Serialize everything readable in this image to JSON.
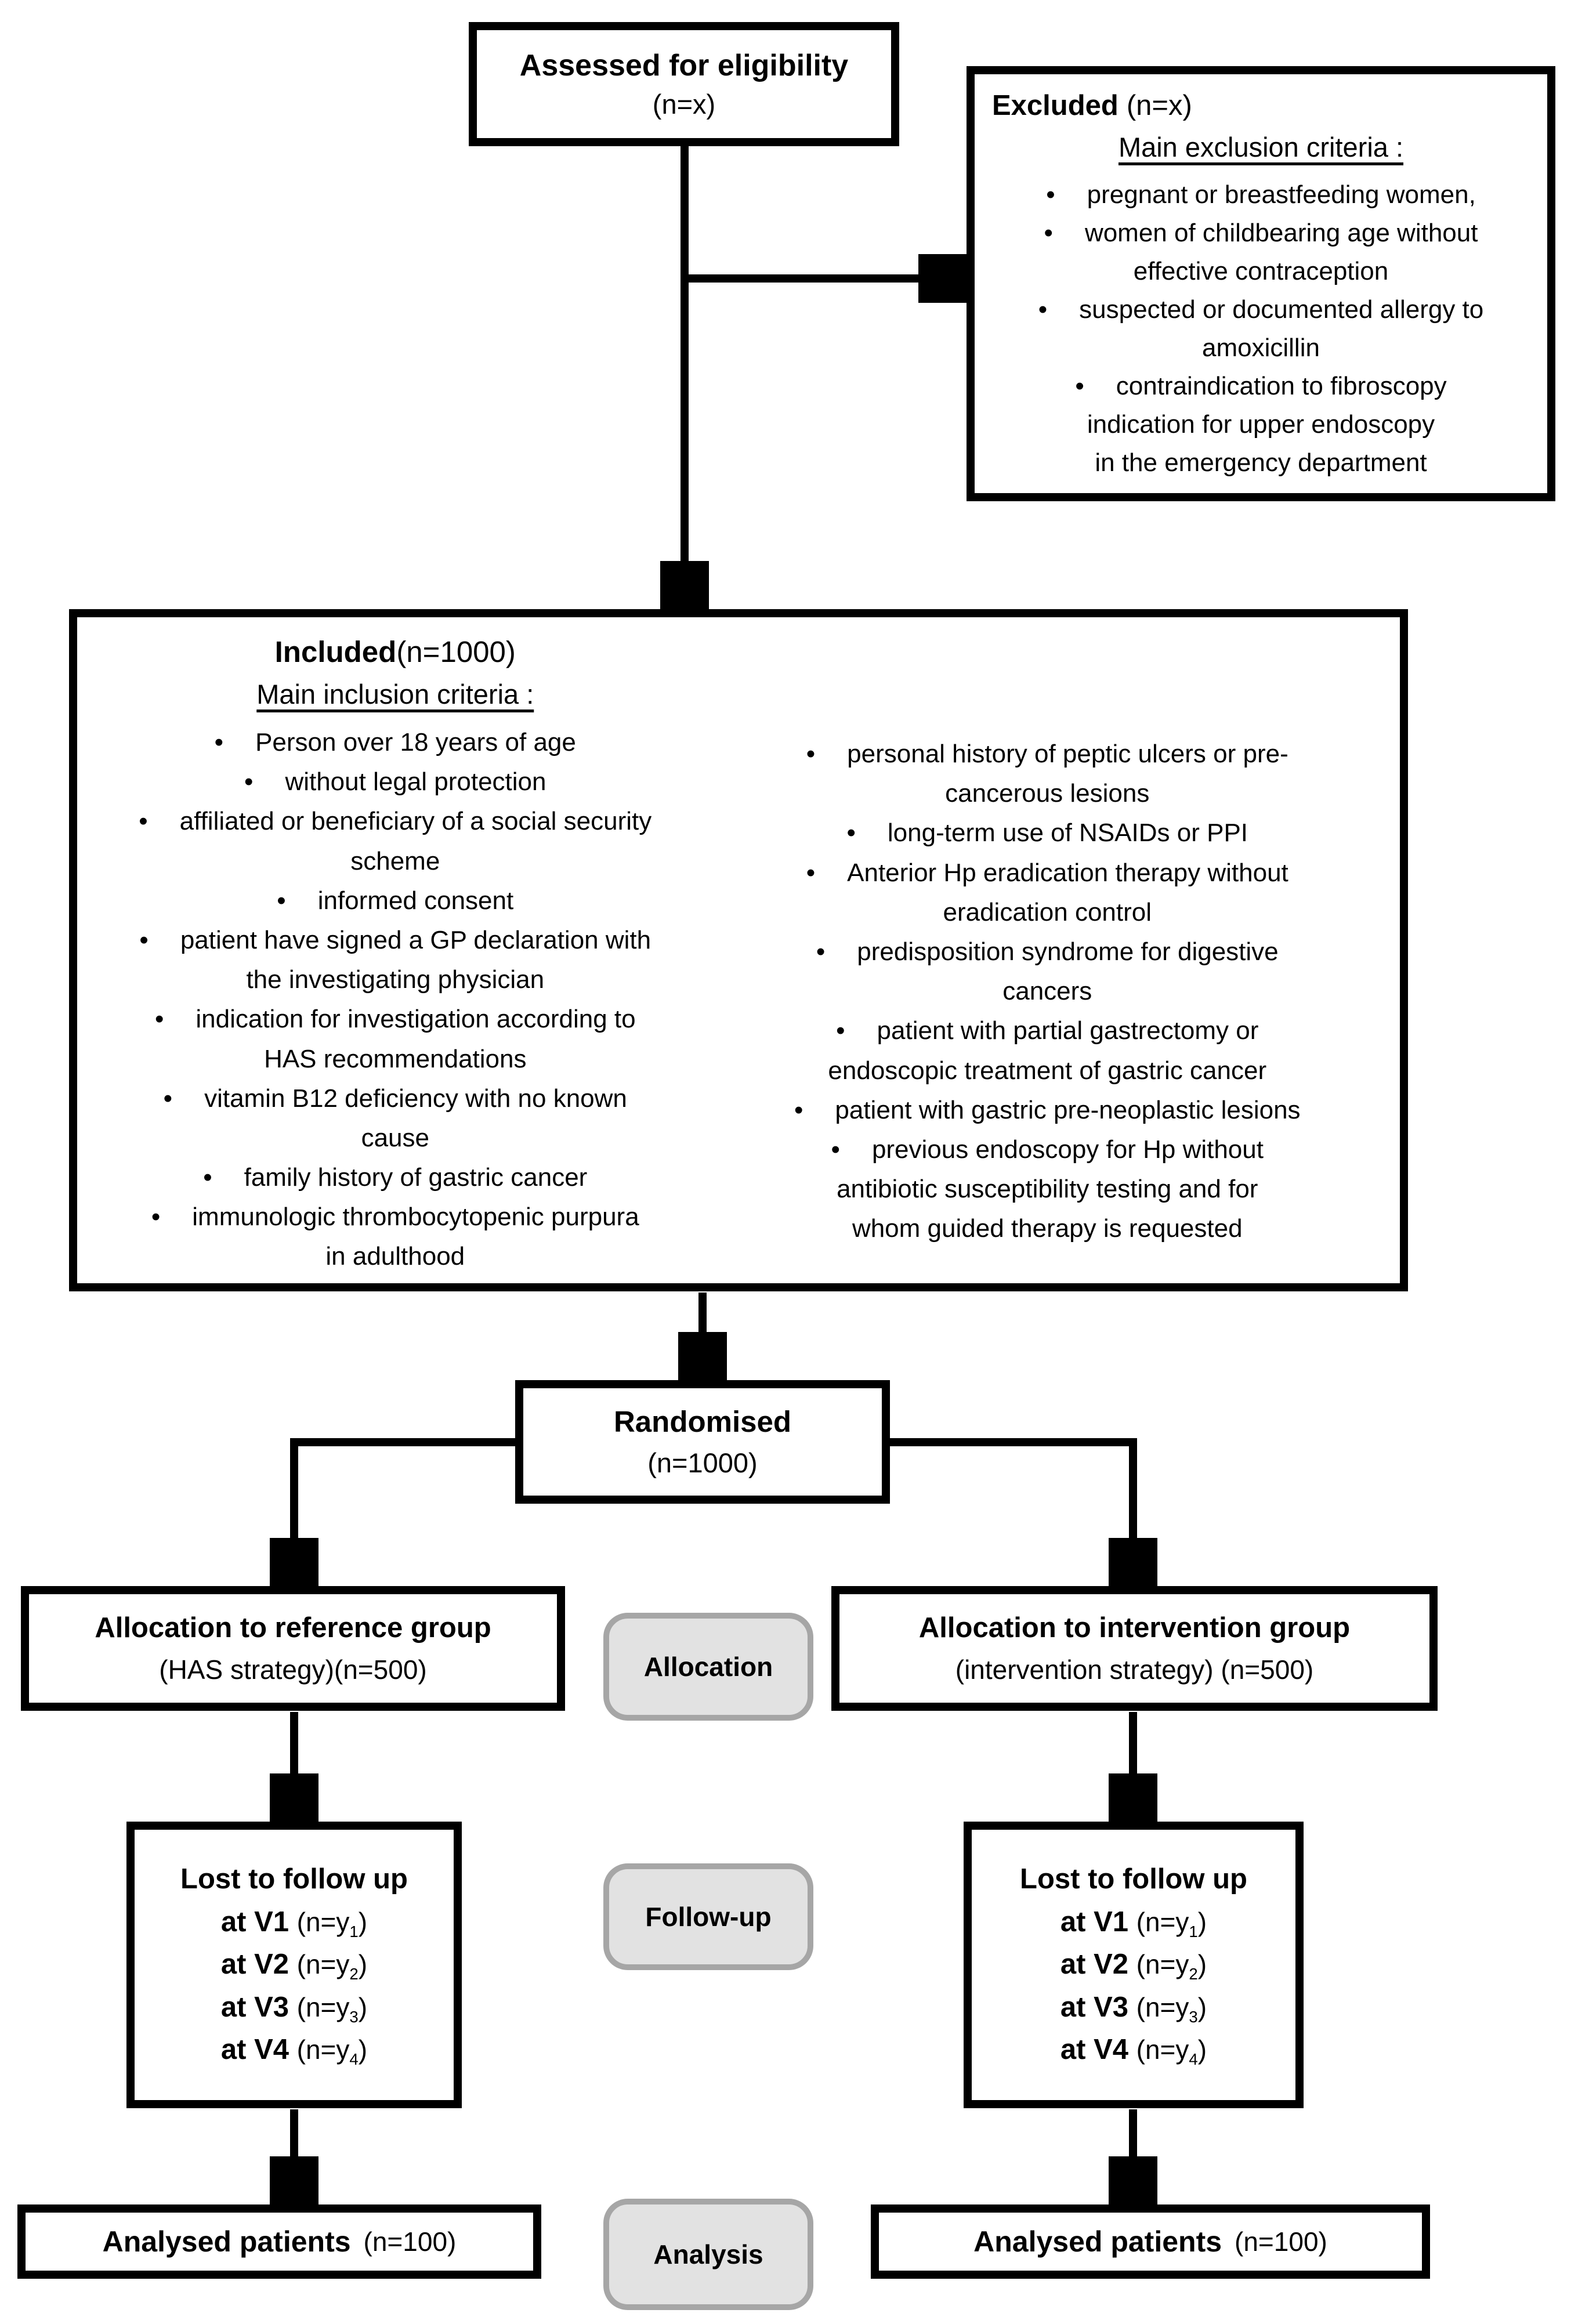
{
  "colors": {
    "line": "#000000",
    "box_border": "#000000",
    "text": "#000000",
    "background": "#ffffff",
    "stage_label_fill": "#e2e2e2",
    "stage_label_border": "#a6a6a6"
  },
  "bullet_glyph": "•",
  "boxes": {
    "assessed": {
      "title": "Assessed for eligibility",
      "n": "(n=x)"
    },
    "excluded": {
      "title": "Excluded",
      "n": "(n=x)",
      "subtitle": "Main exclusion criteria :",
      "bullets": [
        "pregnant or breastfeeding women,",
        "women of childbearing age without\neffective contraception",
        "suspected or documented allergy to\namoxicillin",
        "contraindication to fibroscopy\nindication for upper endoscopy\nin the emergency department"
      ]
    },
    "included": {
      "title": "Included",
      "n": "(n=1000)",
      "subtitle": "Main inclusion criteria :",
      "left_bullets": [
        "Person over 18 years of age",
        "without legal protection",
        "affiliated or beneficiary of a social security\nscheme",
        "informed consent",
        "patient have signed a GP declaration with\nthe investigating physician",
        "indication for investigation according to\nHAS recommendations",
        "vitamin B12 deficiency with no known\ncause",
        "family history of gastric cancer",
        "immunologic thrombocytopenic purpura\nin adulthood"
      ],
      "right_bullets": [
        "personal history of peptic ulcers or pre-\ncancerous lesions",
        "long-term use of NSAIDs or PPI",
        "Anterior Hp eradication therapy without\neradication control",
        "predisposition syndrome for digestive\ncancers",
        "patient with partial gastrectomy or\nendoscopic treatment of gastric cancer",
        "patient with gastric pre-neoplastic lesions",
        "previous endoscopy for Hp without\nantibiotic susceptibility testing and for\nwhom guided therapy is requested"
      ]
    },
    "randomised": {
      "title": "Randomised",
      "n": "(n=1000)"
    },
    "alloc_reference": {
      "title": "Allocation to reference group",
      "n": "(HAS strategy)(n=500)"
    },
    "alloc_intervention": {
      "title": "Allocation to intervention group",
      "n": "(intervention strategy) (n=500)"
    },
    "lost_reference": {
      "title": "Lost to follow up",
      "lines": [
        {
          "bold": "at V1 ",
          "pre": "(n=y",
          "sub": "1",
          "post": ")"
        },
        {
          "bold": "at V2 ",
          "pre": "(n=y",
          "sub": "2",
          "post": ")"
        },
        {
          "bold": "at V3 ",
          "pre": "(n=y",
          "sub": "3",
          "post": ")"
        },
        {
          "bold": "at V4 ",
          "pre": "(n=y",
          "sub": "4",
          "post": ")"
        }
      ]
    },
    "lost_intervention": {
      "title": "Lost to follow up",
      "lines": [
        {
          "bold": "at V1 ",
          "pre": "(n=y",
          "sub": "1",
          "post": ")"
        },
        {
          "bold": "at V2 ",
          "pre": "(n=y",
          "sub": "2",
          "post": ")"
        },
        {
          "bold": "at V3 ",
          "pre": "(n=y",
          "sub": "3",
          "post": ")"
        },
        {
          "bold": "at V4 ",
          "pre": "(n=y",
          "sub": "4",
          "post": ")"
        }
      ]
    },
    "analysed_reference": {
      "title": "Analysed patients",
      "n": "(n=100)"
    },
    "analysed_intervention": {
      "title": "Analysed patients",
      "n": "(n=100)"
    }
  },
  "stage_labels": {
    "allocation": "Allocation",
    "followup": "Follow-up",
    "analysis": "Analysis"
  }
}
